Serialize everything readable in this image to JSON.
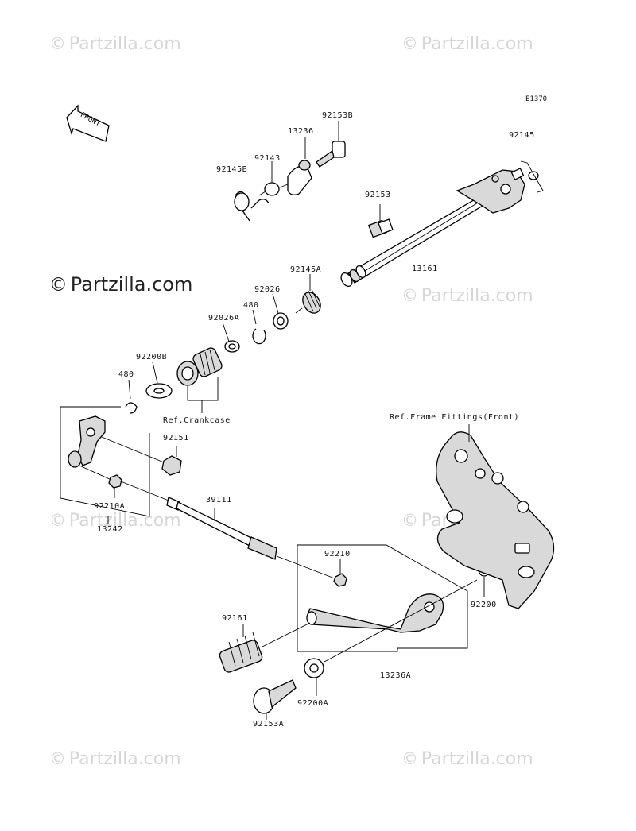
{
  "diagram_code": "E1370",
  "front_arrow_label": "FRONT",
  "watermark": {
    "symbol": "©",
    "text": "Partzilla.com"
  },
  "labels": {
    "p92153B": "92153B",
    "p13236": "13236",
    "p92143": "92143",
    "p92145B": "92145B",
    "p92145": "92145",
    "p92153": "92153",
    "p13161": "13161",
    "p92145A": "92145A",
    "p92026": "92026",
    "p480a": "480",
    "p92026A": "92026A",
    "p92200B": "92200B",
    "p480b": "480",
    "ref_crankcase": "Ref.Crankcase",
    "p92151": "92151",
    "p39111": "39111",
    "p92210A": "92210A",
    "p13242": "13242",
    "ref_frame": "Ref.Frame Fittings(Front)",
    "p92210": "92210",
    "p92200": "92200",
    "p92161": "92161",
    "p13236A": "13236A",
    "p92200A": "92200A",
    "p92153A": "92153A"
  },
  "colors": {
    "line": "#000000",
    "watermark": "#d6d6d6",
    "shade": "#d9d9d9"
  }
}
